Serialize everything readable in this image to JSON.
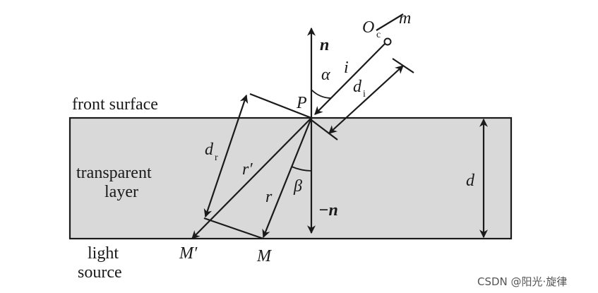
{
  "labels": {
    "front_surface": "front surface",
    "transparent_layer_1": "transparent",
    "transparent_layer_2": "layer",
    "light_1": "light",
    "light_2": "source",
    "n": "n",
    "neg_n": "−n",
    "alpha": "α",
    "beta": "β",
    "i": "i",
    "r": "r",
    "r_prime": "r′",
    "d": "d",
    "d_i": "d",
    "d_i_sub": "i",
    "d_r": "d",
    "d_r_sub": "r",
    "O": "O",
    "O_sub": "c",
    "m": "m",
    "P": "P",
    "M": "M",
    "M_prime": "M′"
  },
  "watermark": "CSDN @阳光·旋律",
  "colors": {
    "layer_fill": "#d9d9d9",
    "stroke": "#1a1a1a"
  }
}
